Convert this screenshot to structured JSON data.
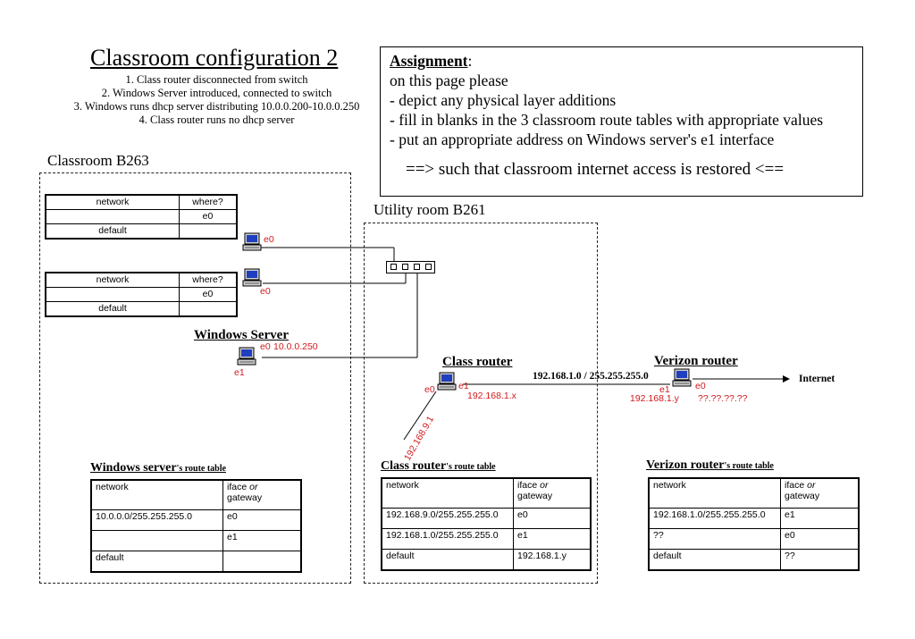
{
  "title": "Classroom configuration 2",
  "notes": [
    "1. Class router disconnected from switch",
    "2. Windows Server introduced, connected to switch",
    "3. Windows runs dhcp server distributing 10.0.0.200-10.0.0.250",
    "4. Class router runs no dhcp server"
  ],
  "assignment": {
    "heading": "Assignment",
    "heading_suffix": ":",
    "lines": [
      "on this page please",
      "- depict any physical layer additions",
      "- fill in blanks in the 3 classroom route tables with appropriate values",
      "- put an appropriate address on Windows server's e1 interface"
    ],
    "goal": "==> such that classroom internet access is restored <=="
  },
  "rooms": {
    "classroom": "Classroom B263",
    "utility": "Utility room B261"
  },
  "small_tables": [
    {
      "h1": "network",
      "h2": "where?",
      "r1c2": "e0",
      "r2c1": "default"
    },
    {
      "h1": "network",
      "h2": "where?",
      "r1c2": "e0",
      "r2c1": "default"
    }
  ],
  "labels": {
    "pc1_e0": "e0",
    "pc2_e0": "e0",
    "ws_title": "Windows Server",
    "ws_e0": "e0",
    "ws_ip": "10.0.0.250",
    "ws_e1": "e1",
    "cr_title": "Class router",
    "cr_e0": "e0",
    "cr_e1": "e1",
    "cr_ip": "192.168.1.x",
    "cr_e0_net": "192.168.9.1",
    "link_net": "192.168.1.0 / 255.255.255.0",
    "vz_title": "Verizon router",
    "vz_e1": "e1",
    "vz_e0": "e0",
    "vz_ip": "192.168.1.y",
    "vz_ext": "??.??.??.??",
    "internet": "Internet"
  },
  "route_tables": {
    "windows": {
      "title": "Windows server",
      "suffix": "'s route table",
      "head": [
        "network",
        "iface or gateway"
      ],
      "rows": [
        [
          "10.0.0.0/255.255.255.0",
          "e0"
        ],
        [
          "",
          "e1"
        ],
        [
          "default",
          ""
        ]
      ]
    },
    "class": {
      "title": "Class router",
      "suffix": "'s route table",
      "head": [
        "network",
        "iface or gateway"
      ],
      "rows": [
        [
          "192.168.9.0/255.255.255.0",
          "e0"
        ],
        [
          "192.168.1.0/255.255.255.0",
          "e1"
        ],
        [
          "default",
          "192.168.1.y"
        ]
      ]
    },
    "verizon": {
      "title": "Verizon router",
      "suffix": "'s route table",
      "head": [
        "network",
        "iface or gateway"
      ],
      "rows": [
        [
          "192.168.1.0/255.255.255.0",
          "e1"
        ],
        [
          "??",
          "e0"
        ],
        [
          "default",
          "??"
        ]
      ]
    }
  },
  "colors": {
    "label_red": "#d2191e",
    "line": "#000000"
  }
}
